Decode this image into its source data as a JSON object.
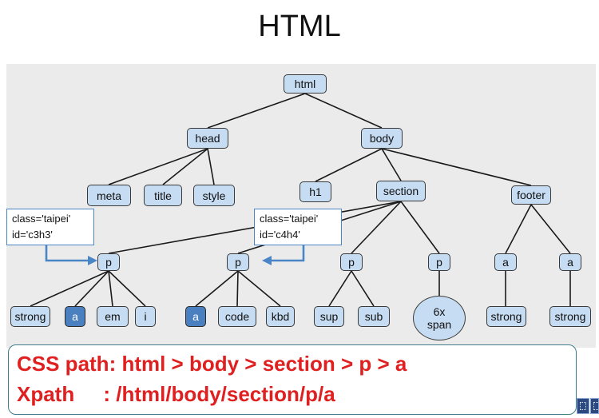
{
  "title": "HTML",
  "tree": {
    "nodes": {
      "html": "html",
      "head": "head",
      "body": "body",
      "meta": "meta",
      "title": "title",
      "style": "style",
      "h1": "h1",
      "section": "section",
      "footer": "footer",
      "p1": "p",
      "p2": "p",
      "p3": "p",
      "p4": "p",
      "a_footer1": "a",
      "a_footer2": "a",
      "strong1": "strong",
      "a1": "a",
      "em": "em",
      "i": "i",
      "a2": "a",
      "code": "code",
      "kbd": "kbd",
      "sup": "sup",
      "sub": "sub",
      "span_line1": "6x",
      "span_line2": "span",
      "strong2": "strong",
      "strong3": "strong"
    },
    "callouts": [
      {
        "line1": "class='taipei'",
        "line2": "id='c3h3'"
      },
      {
        "line1": "class='taipei'",
        "line2": "id='c4h4'"
      }
    ],
    "colors": {
      "node_fill": "#c6dcf2",
      "highlight_fill": "#4a7fc0",
      "panel_bg": "#ebebeb",
      "arrow": "#4a86c5"
    }
  },
  "paths": {
    "css_line": "CSS path: html > body > section > p > a",
    "xpath_line": "Xpath     : /html/body/section/p/a",
    "color": "#e02020"
  }
}
